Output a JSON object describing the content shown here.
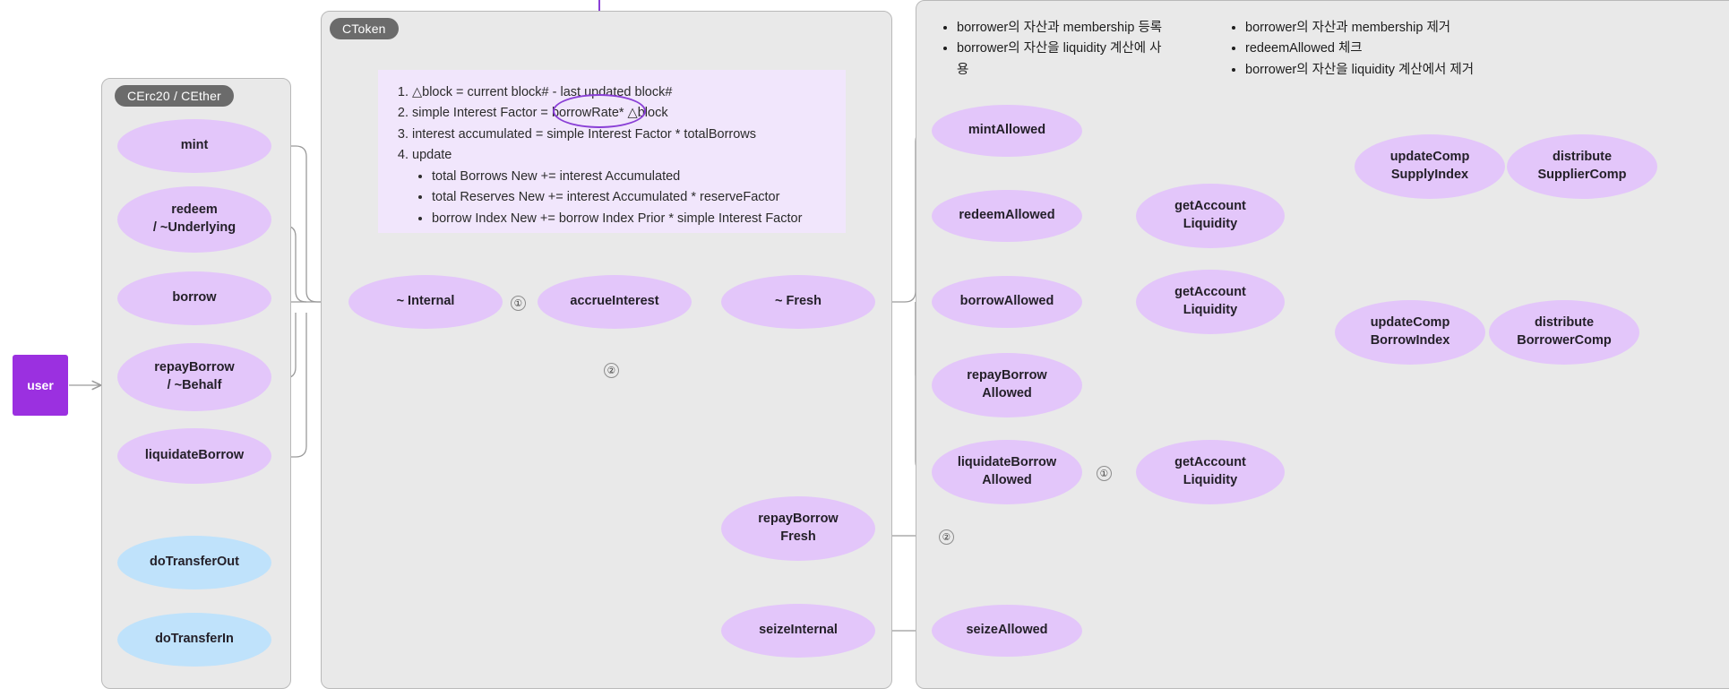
{
  "diagram": {
    "title": "Compound CToken / Comptroller call flow",
    "colors": {
      "node_purple": "#e3c6fa",
      "node_blue": "#bfe2fb",
      "panel_bg": "#e9e9e9",
      "note_bg": "#f1e6fc",
      "user_accent": "#9b30e0",
      "highlight_stroke": "#8a3fd6",
      "wire": "#9a9a9a"
    }
  },
  "panels": [
    {
      "id": "cerc20",
      "title": "CErc20 / CEther"
    },
    {
      "id": "ctoken",
      "title": "CToken"
    },
    {
      "id": "comptroller",
      "title": ""
    }
  ],
  "user": {
    "label": "user"
  },
  "cerc20_nodes": [
    {
      "id": "mint",
      "label": "mint",
      "color": "purple"
    },
    {
      "id": "redeem",
      "label": "redeem\n/ ~Underlying",
      "line1": "redeem",
      "line2": "/ ~Underlying",
      "color": "purple"
    },
    {
      "id": "borrow",
      "label": "borrow",
      "color": "purple"
    },
    {
      "id": "repayBorrow",
      "label": "repayBorrow\n/ ~Behalf",
      "line1": "repayBorrow",
      "line2": "/ ~Behalf",
      "color": "purple"
    },
    {
      "id": "liquidateBorrow",
      "label": "liquidateBorrow",
      "color": "purple"
    },
    {
      "id": "doTransferOut",
      "label": "doTransferOut",
      "color": "blue"
    },
    {
      "id": "doTransferIn",
      "label": "doTransferIn",
      "color": "blue"
    }
  ],
  "ctoken_nodes": [
    {
      "id": "internal",
      "label": "~ Internal",
      "color": "purple"
    },
    {
      "id": "accrueInterest",
      "label": "accrueInterest",
      "color": "purple"
    },
    {
      "id": "fresh",
      "label": "~ Fresh",
      "color": "purple"
    },
    {
      "id": "repayBorrowFresh",
      "line1": "repayBorrow",
      "line2": "Fresh",
      "color": "purple"
    },
    {
      "id": "seizeInternal",
      "label": "seizeInternal",
      "color": "purple"
    }
  ],
  "comptroller_nodes": [
    {
      "id": "mintAllowed",
      "label": "mintAllowed",
      "color": "purple"
    },
    {
      "id": "redeemAllowed",
      "label": "redeemAllowed",
      "color": "purple"
    },
    {
      "id": "borrowAllowed",
      "label": "borrowAllowed",
      "color": "purple"
    },
    {
      "id": "repayBorrowAllowed",
      "line1": "repayBorrow",
      "line2": "Allowed",
      "color": "purple"
    },
    {
      "id": "liquidateBorrowAllowed",
      "line1": "liquidateBorrow",
      "line2": "Allowed",
      "color": "purple"
    },
    {
      "id": "seizeAllowed",
      "label": "seizeAllowed",
      "color": "purple"
    },
    {
      "id": "getAccountLiquidity1",
      "line1": "getAccount",
      "line2": "Liquidity",
      "color": "purple"
    },
    {
      "id": "getAccountLiquidity2",
      "line1": "getAccount",
      "line2": "Liquidity",
      "color": "purple"
    },
    {
      "id": "getAccountLiquidity3",
      "line1": "getAccount",
      "line2": "Liquidity",
      "color": "purple"
    },
    {
      "id": "updateCompSupplyIndex",
      "line1": "updateComp",
      "line2": "SupplyIndex",
      "color": "purple"
    },
    {
      "id": "updateCompBorrowIndex",
      "line1": "updateComp",
      "line2": "BorrowIndex",
      "color": "purple"
    },
    {
      "id": "distributeSupplierComp",
      "line1": "distribute",
      "line2": "SupplierComp",
      "color": "purple"
    },
    {
      "id": "distributeBorrowerComp",
      "line1": "distribute",
      "line2": "BorrowerComp",
      "color": "purple"
    }
  ],
  "accrue_note": {
    "items": [
      "△block = current block# - last updated block#",
      "simple Interest  Factor = borrowRate * △block",
      "interest accumulated = simple Interest Factor * totalBorrows",
      "update"
    ],
    "item2_prefix": "simple Interest  Factor = ",
    "item2_highlight": "borrowRate",
    "item2_suffix": "* △block",
    "sub_items": [
      "total Borrows New += interest Accumulated",
      "total Reserves New += interest Accumulated * reserveFactor",
      "borrow Index New += borrow Index Prior * simple Interest Factor"
    ]
  },
  "korean_note_left": {
    "items": [
      "borrower의 자산과 membership 등록",
      "borrower의 자산을 liquidity 계산에 사용"
    ]
  },
  "korean_note_right": {
    "items": [
      "borrower의 자산과 membership 제거",
      "redeemAllowed 체크",
      "borrower의 자산을 liquidity 계산에서 제거"
    ]
  },
  "edge_labels": [
    {
      "id": "edge-internal-accrue",
      "label": "①"
    },
    {
      "id": "edge-internal-fresh",
      "label": "②"
    },
    {
      "id": "edge-liquidate-getaccount",
      "label": "①"
    },
    {
      "id": "edge-liquidate-repayfresh",
      "label": "②"
    }
  ]
}
